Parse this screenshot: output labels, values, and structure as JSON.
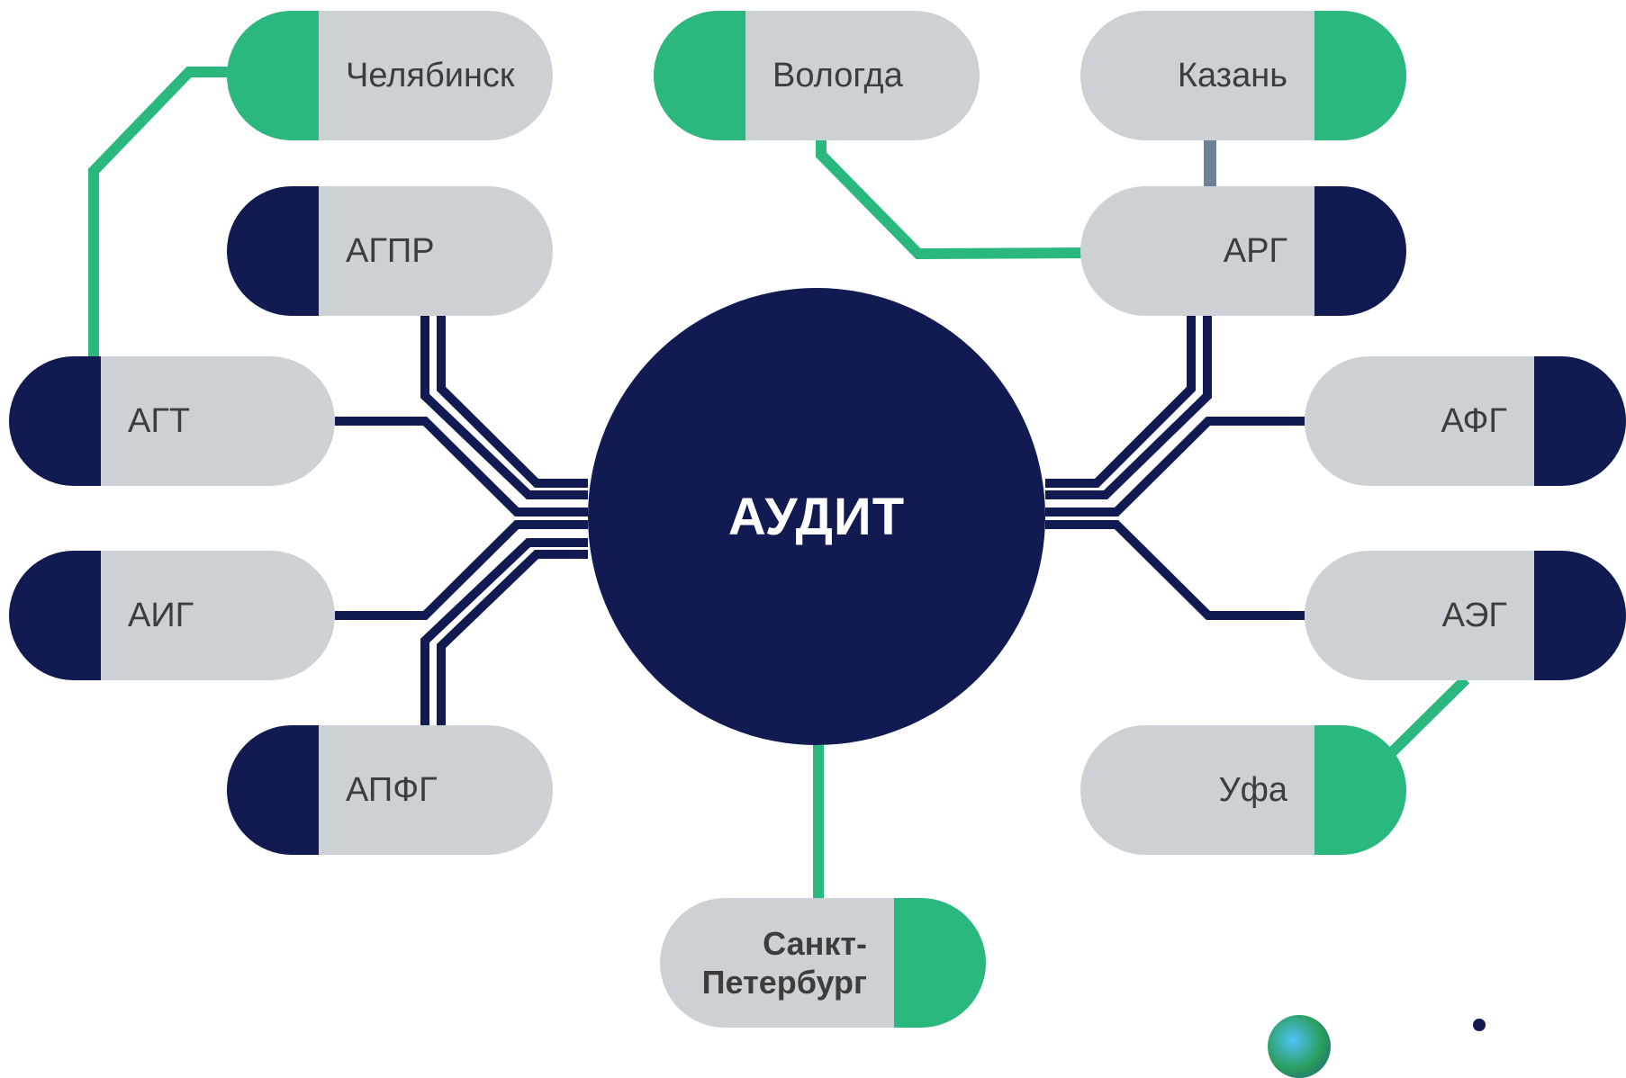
{
  "center": {
    "label": "АУДИТ"
  },
  "nodes": {
    "chelyabinsk": "Челябинск",
    "vologda": "Вологда",
    "kazan": "Казань",
    "agpr": "АГПР",
    "arg": "АРГ",
    "agt": "АГТ",
    "afg": "АФГ",
    "aig": "АИГ",
    "aeg": "АЭГ",
    "apfg": "АПФГ",
    "ufa": "Уфа",
    "spb": "Санкт-\nПетербург"
  },
  "colors": {
    "navy": "#121a52",
    "green": "#2ab87e",
    "gray": "#ccd1d5",
    "slate": "#6c8196",
    "text": "#3d3d3d"
  }
}
